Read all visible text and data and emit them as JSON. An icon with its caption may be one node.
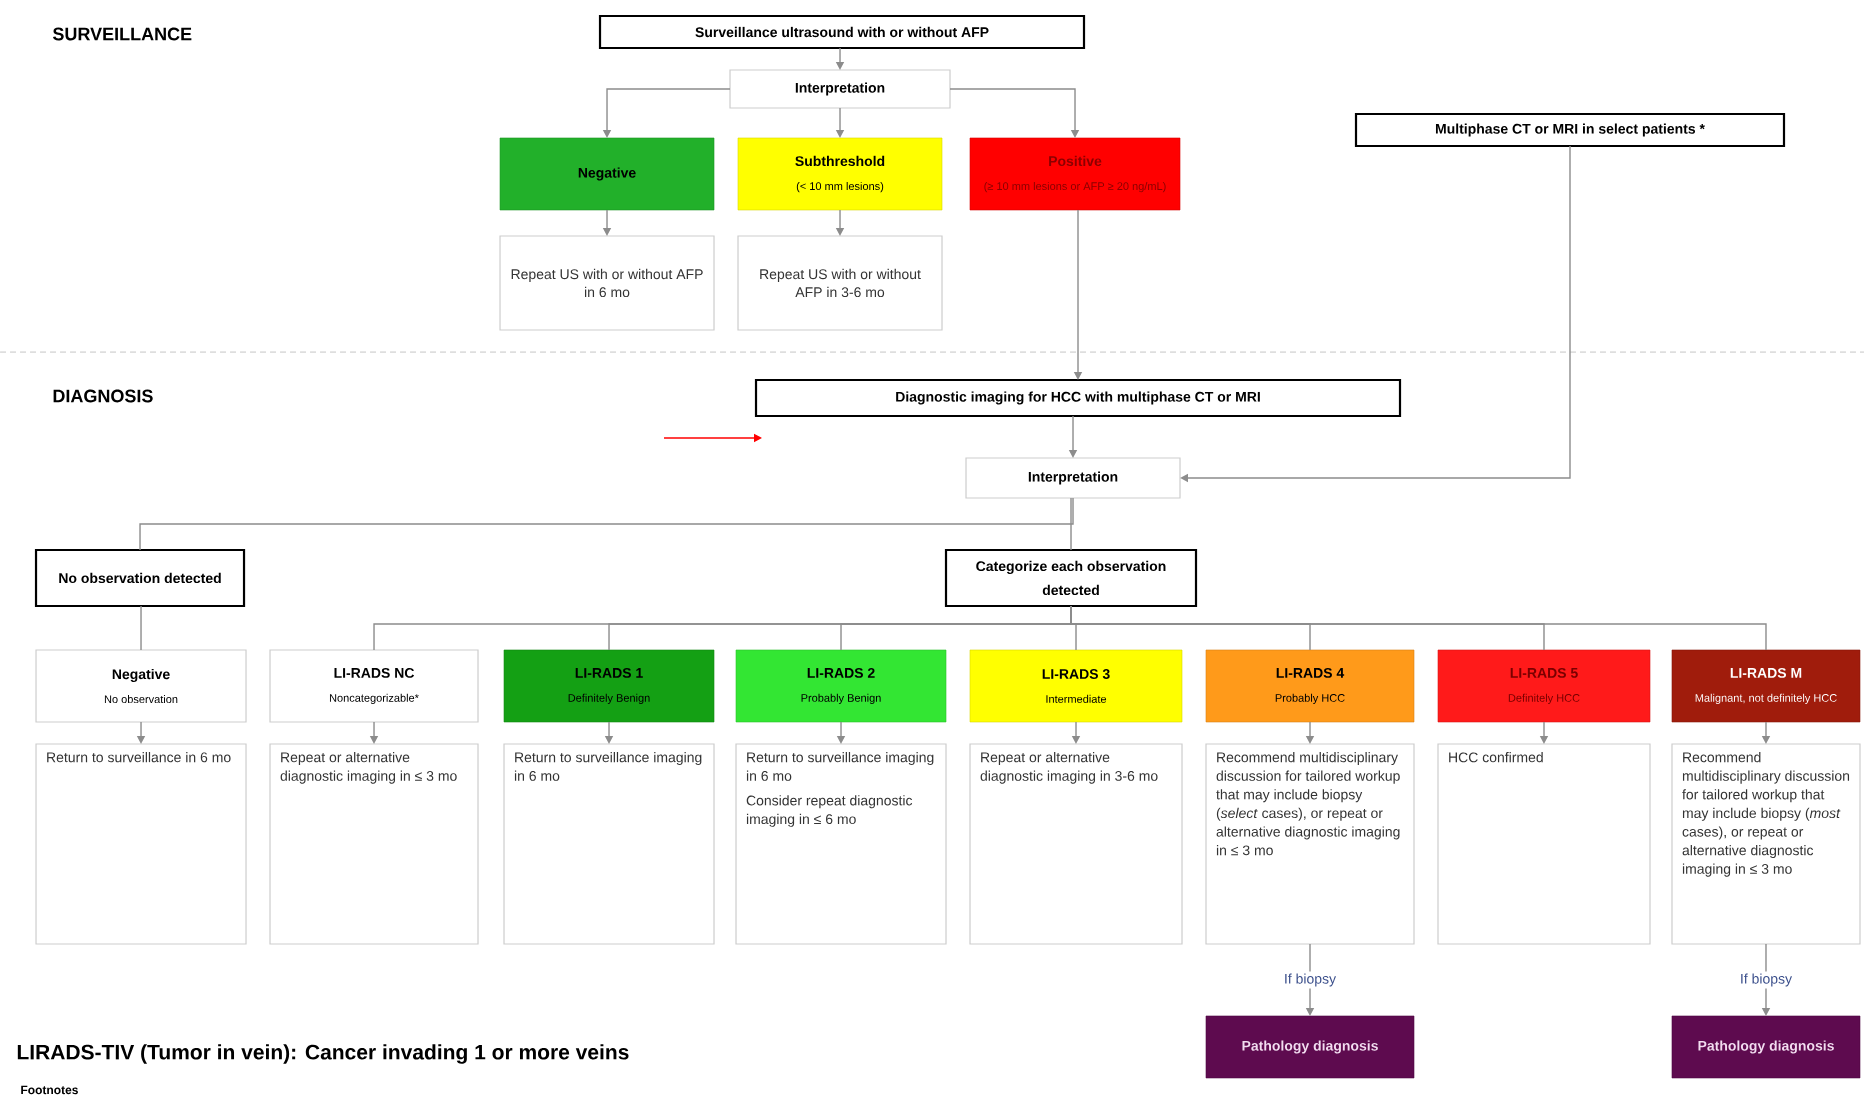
{
  "diagram": {
    "nodes": [
      {
        "text": [
          "Surveillance ultrasound with or without AFP"
        ]
      },
      {
        "text": [
          "Interpretation"
        ]
      },
      {
        "text": [
          "Negative"
        ]
      },
      {
        "text": [
          "Subthreshold",
          "(< 10 mm lesions)"
        ]
      },
      {
        "text": [
          "Positive",
          "(≥ 10 mm lesions or AFP ≥ 20 ng/mL)"
        ]
      },
      {
        "text": [
          "Repeat US with or without AFP in 6 mo"
        ]
      },
      {
        "text": [
          "Repeat US with or without AFP in 3-6 mo"
        ]
      },
      {
        "text": [
          "Multiphase CT or MRI in select patients *"
        ]
      },
      {
        "text": [
          "Diagnostic imaging for HCC with multiphase CT or MRI"
        ]
      },
      {
        "text": [
          "Interpretation"
        ]
      },
      {
        "text": [
          "No observation detected"
        ]
      },
      {
        "text": [
          "Categorize each observation detected"
        ]
      },
      {
        "text": [
          "Negative",
          "No observation"
        ]
      },
      {
        "text": [
          "LI-RADS NC",
          "Noncategorizable*"
        ]
      },
      {
        "text": [
          "LI-RADS 1",
          "Definitely Benign"
        ]
      },
      {
        "text": [
          "LI-RADS 2",
          "Probably Benign"
        ]
      },
      {
        "text": [
          "LI-RADS 3",
          "Intermediate"
        ]
      },
      {
        "text": [
          "LI-RADS 4",
          "Probably HCC"
        ]
      },
      {
        "text": [
          "LI-RADS 5",
          "Definitely HCC"
        ]
      },
      {
        "text": [
          "LI-RADS M",
          "Malignant, not definitely HCC"
        ]
      },
      {
        "text": [
          "Return to surveillance in 6 mo"
        ]
      },
      {
        "text": [
          "Repeat or alternative diagnostic imaging in ≤ 3 mo"
        ]
      },
      {
        "text": [
          "Return to surveillance imaging in 6 mo"
        ]
      },
      {
        "text": [
          "Return to surveillance imaging in 6 mo",
          "Consider repeat diagnostic imaging in ≤ 6 mo"
        ]
      },
      {
        "text": [
          "Repeat or alternative diagnostic imaging in 3-6 mo"
        ]
      },
      {
        "text": [
          "Recommend multidisciplinary discussion for tailored workup that may include biopsy (*select* cases), or repeat or alternative diagnostic imaging in ≤ 3 mo"
        ]
      },
      {
        "text": [
          "HCC confirmed"
        ]
      },
      {
        "text": [
          "Recommend multidisciplinary discussion for tailored workup that may include biopsy (*most* cases), or repeat or alternative diagnostic imaging in ≤ 3 mo"
        ]
      },
      {
        "text": [
          "Pathology diagnosis"
        ]
      },
      {
        "text": [
          "Pathology diagnosis"
        ]
      }
    ],
    "edges": [
      {
        "from": 0,
        "to": 1,
        "arrow": "to"
      },
      {
        "from": 1,
        "to": 2,
        "arrow": "to"
      },
      {
        "from": 1,
        "to": 3,
        "arrow": "to"
      },
      {
        "from": 1,
        "to": 4,
        "arrow": "to"
      },
      {
        "from": 2,
        "to": 5,
        "arrow": "to"
      },
      {
        "from": 3,
        "to": 6,
        "arrow": "to"
      },
      {
        "from": 4,
        "to": 8,
        "arrow": "to"
      },
      {
        "from": 7,
        "to": 9,
        "arrow": "to"
      },
      {
        "from": 8,
        "to": 9,
        "arrow": "to"
      },
      {
        "from": null,
        "to": 8,
        "arrow": "to",
        "color": "#ff0000"
      },
      {
        "from": 9,
        "to": 10,
        "arrow": "none"
      },
      {
        "from": 9,
        "to": 11,
        "arrow": "none"
      },
      {
        "from": 10,
        "to": 12,
        "arrow": "none"
      },
      {
        "from": 11,
        "to": 13,
        "arrow": "none"
      },
      {
        "from": 11,
        "to": 14,
        "arrow": "none"
      },
      {
        "from": 11,
        "to": 15,
        "arrow": "none"
      },
      {
        "from": 11,
        "to": 16,
        "arrow": "none"
      },
      {
        "from": 11,
        "to": 17,
        "arrow": "none"
      },
      {
        "from": 11,
        "to": 18,
        "arrow": "none"
      },
      {
        "from": 11,
        "to": 19,
        "arrow": "none"
      },
      {
        "from": 12,
        "to": 20,
        "arrow": "to"
      },
      {
        "from": 13,
        "to": 21,
        "arrow": "to"
      },
      {
        "from": 14,
        "to": 22,
        "arrow": "to"
      },
      {
        "from": 15,
        "to": 23,
        "arrow": "to"
      },
      {
        "from": 16,
        "to": 24,
        "arrow": "to"
      },
      {
        "from": 17,
        "to": 25,
        "arrow": "to"
      },
      {
        "from": 18,
        "to": 26,
        "arrow": "to"
      },
      {
        "from": 19,
        "to": 27,
        "arrow": "to"
      },
      {
        "from": 25,
        "to": 28,
        "arrow": "to",
        "label": "If biopsy"
      },
      {
        "from": 27,
        "to": 29,
        "arrow": "to",
        "label": "If biopsy"
      }
    ],
    "labels": [
      "SURVEILLANCE",
      "DIAGNOSIS",
      "LIRADS-TIV (Tumor in vein): Cancer invading 1 or more veins",
      "Footnotes"
    ]
  }
}
